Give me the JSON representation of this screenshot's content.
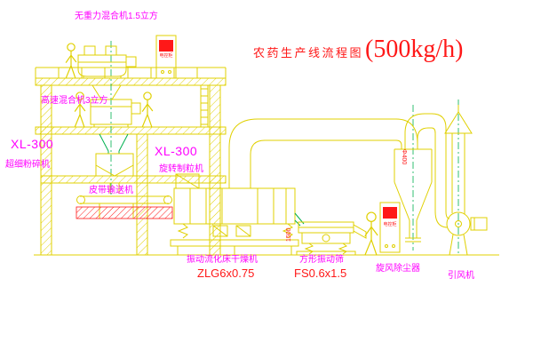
{
  "title": {
    "main": "农药生产线流程图",
    "capacity": "(500kg/h)"
  },
  "labels": {
    "top_mixer": "无重力混合机1.5立方",
    "highspeed_mixer": "高速混合机3立方",
    "xl300_left": "XL-300",
    "xl300_left_sub": "超细粉碎机",
    "xl300_mid": "XL-300",
    "xl300_mid_sub": "旋转制粒机",
    "belt_conveyor": "皮带输送机",
    "dryer": "振动流化床干燥机",
    "dryer_model": "ZLG6x0.75",
    "sieve": "方形振动筛",
    "sieve_model": "FS0.6x1.5",
    "cyclone": "旋风除尘器",
    "fan": "引风机",
    "cabinet_top": "电控柜",
    "cabinet_right": "电控柜",
    "dim_duct": "Φ400",
    "dim_sieve": "1500"
  },
  "colors": {
    "line_yellow": "#e0d000",
    "label_magenta": "#ff00ff",
    "accent_red": "#ff1818",
    "accent_green": "#00b050",
    "background": "#ffffff"
  }
}
